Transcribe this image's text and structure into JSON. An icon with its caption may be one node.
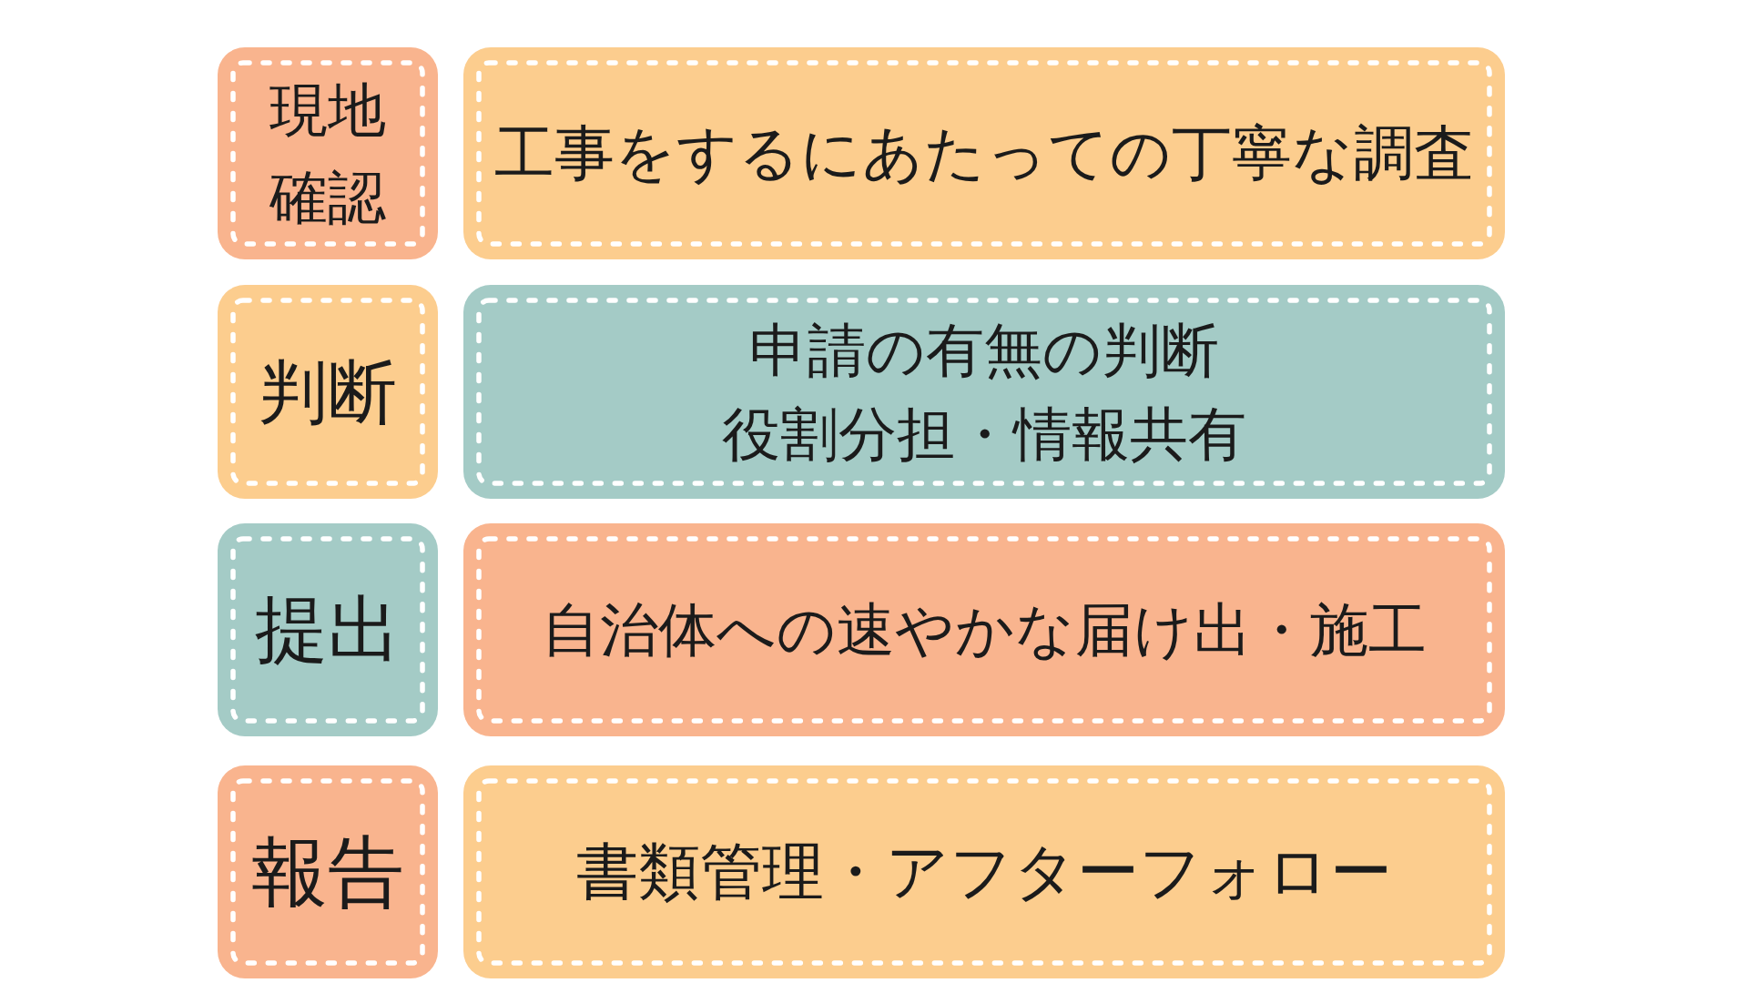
{
  "diagram": {
    "nodes": [
      {
        "text": [
          "現地確認"
        ]
      },
      {
        "text": [
          "工事をするにあたっての丁寧な調査"
        ]
      },
      {
        "text": [
          "判断"
        ]
      },
      {
        "text": [
          "申請の有無の判断",
          "役割分担・情報共有"
        ]
      },
      {
        "text": [
          "提出"
        ]
      },
      {
        "text": [
          "自治体への速やかな届け出・施工"
        ]
      },
      {
        "text": [
          "報告"
        ]
      },
      {
        "text": [
          "書類管理・アフターフォロー"
        ]
      }
    ]
  }
}
